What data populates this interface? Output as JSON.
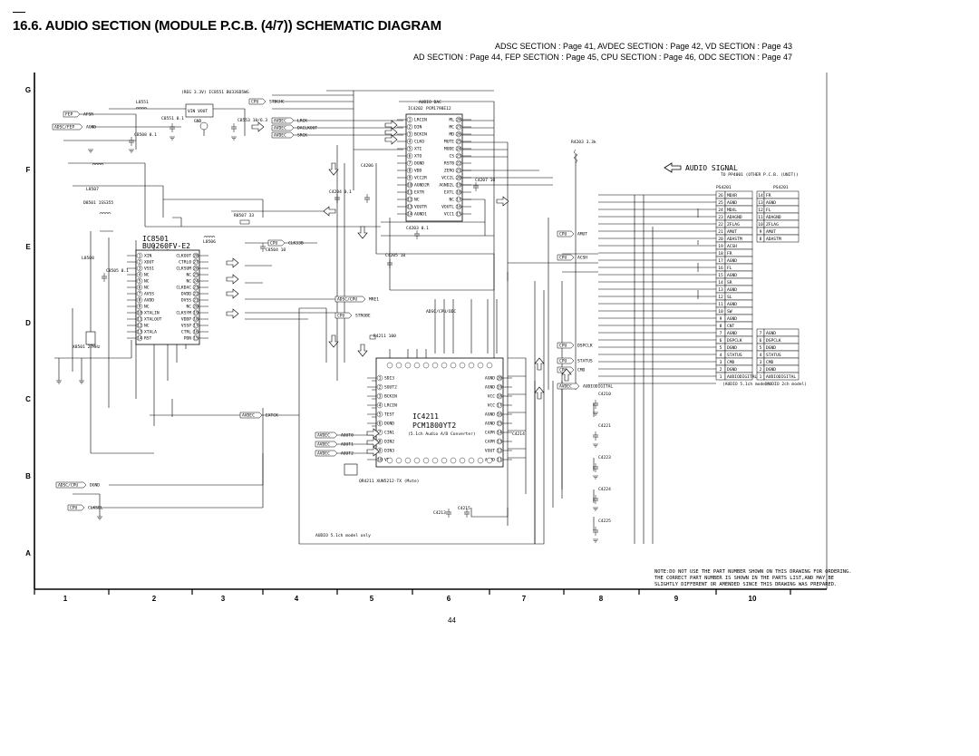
{
  "page": {
    "title": "16.6.  AUDIO SECTION (MODULE P.C.B. (4/7)) SCHEMATIC DIAGRAM",
    "xref_line1": "ADSC SECTION : Page 41, AVDEC SECTION : Page 42, VD SECTION : Page 43",
    "xref_line2": "AD SECTION : Page 44, FEP SECTION : Page 45, CPU SECTION : Page 46, ODC SECTION : Page 47",
    "page_number": "44"
  },
  "grid": {
    "rows": [
      "G",
      "F",
      "E",
      "D",
      "C",
      "B",
      "A"
    ],
    "columns": [
      "1",
      "2",
      "3",
      "4",
      "5",
      "6",
      "7",
      "8",
      "9",
      "10"
    ]
  },
  "legend": {
    "label": "AUDIO SIGNAL"
  },
  "ics": {
    "ic8501": {
      "name": "IC8501",
      "part": "BU0260FV-E2"
    },
    "ic4202": {
      "name": "AUDIO DAC",
      "ref": "IC4202",
      "part": "PCM1798E12"
    },
    "ic4211": {
      "name": "IC4211",
      "part": "PCM1800YT2",
      "desc": "(5.1ch Audio A/D Converter)"
    }
  },
  "ic8501_pins_left": [
    {
      "n": "1",
      "name": "XIN"
    },
    {
      "n": "2",
      "name": "XOUT"
    },
    {
      "n": "3",
      "name": "VSS1"
    },
    {
      "n": "4",
      "name": "NC"
    },
    {
      "n": "5",
      "name": "NC"
    },
    {
      "n": "6",
      "name": "NC"
    },
    {
      "n": "7",
      "name": "AVSS"
    },
    {
      "n": "8",
      "name": "AVDD"
    },
    {
      "n": "9",
      "name": "NC"
    },
    {
      "n": "10",
      "name": "XTALIN"
    },
    {
      "n": "11",
      "name": "XTALOUT"
    },
    {
      "n": "12",
      "name": "NC"
    },
    {
      "n": "13",
      "name": "XTALA"
    },
    {
      "n": "14",
      "name": "RST"
    }
  ],
  "ic8501_pins_right": [
    {
      "n": "28",
      "name": "CLKOUT"
    },
    {
      "n": "27",
      "name": "CTRL0"
    },
    {
      "n": "26",
      "name": "CLKSUM"
    },
    {
      "n": "25",
      "name": "NC"
    },
    {
      "n": "24",
      "name": "NC"
    },
    {
      "n": "23",
      "name": "CLKDAC"
    },
    {
      "n": "22",
      "name": "DVDD"
    },
    {
      "n": "21",
      "name": "DVSS"
    },
    {
      "n": "20",
      "name": "NC"
    },
    {
      "n": "19",
      "name": "CLKSYM"
    },
    {
      "n": "18",
      "name": "VDDP"
    },
    {
      "n": "17",
      "name": "VSSP"
    },
    {
      "n": "16",
      "name": "CTRL"
    },
    {
      "n": "15",
      "name": "PDN"
    }
  ],
  "ic4202_pins_left": [
    {
      "n": "1",
      "name": "LRCIN"
    },
    {
      "n": "2",
      "name": "DIN"
    },
    {
      "n": "3",
      "name": "BCKIN"
    },
    {
      "n": "4",
      "name": "CLKO"
    },
    {
      "n": "5",
      "name": "XTI"
    },
    {
      "n": "6",
      "name": "XTO"
    },
    {
      "n": "7",
      "name": "DGND"
    },
    {
      "n": "8",
      "name": "VDD"
    },
    {
      "n": "9",
      "name": "VCC2R"
    },
    {
      "n": "10",
      "name": "AGND2R"
    },
    {
      "n": "11",
      "name": "EXTR"
    },
    {
      "n": "12",
      "name": "NC"
    },
    {
      "n": "13",
      "name": "VOUTR"
    },
    {
      "n": "14",
      "name": "AGND1"
    }
  ],
  "ic4202_pins_right": [
    {
      "n": "28",
      "name": "ML"
    },
    {
      "n": "27",
      "name": "MC"
    },
    {
      "n": "26",
      "name": "MD"
    },
    {
      "n": "25",
      "name": "MUTE"
    },
    {
      "n": "24",
      "name": "MODE"
    },
    {
      "n": "23",
      "name": "CS"
    },
    {
      "n": "22",
      "name": "RSTB"
    },
    {
      "n": "21",
      "name": "ZERO"
    },
    {
      "n": "20",
      "name": "VCC2L"
    },
    {
      "n": "19",
      "name": "AGND2L"
    },
    {
      "n": "18",
      "name": "EXTL"
    },
    {
      "n": "17",
      "name": "NC"
    },
    {
      "n": "16",
      "name": "VOUTL"
    },
    {
      "n": "15",
      "name": "VCC1"
    }
  ],
  "ic4211_pins_left": [
    {
      "n": "1",
      "name": "SDI3"
    },
    {
      "n": "2",
      "name": "SOUT2"
    },
    {
      "n": "3",
      "name": "BCKIN"
    },
    {
      "n": "4",
      "name": "LRCIN"
    },
    {
      "n": "5",
      "name": "TEST"
    },
    {
      "n": "6",
      "name": "DGND"
    },
    {
      "n": "7",
      "name": "CIN1"
    },
    {
      "n": "8",
      "name": "DIN2"
    },
    {
      "n": "9",
      "name": "DIN3"
    },
    {
      "n": "10",
      "name": "VDD"
    }
  ],
  "ic4211_pins_right": [
    {
      "n": "20",
      "name": "AGND"
    },
    {
      "n": "19",
      "name": "AGND"
    },
    {
      "n": "18",
      "name": "VCC"
    },
    {
      "n": "17",
      "name": "VCC"
    },
    {
      "n": "16",
      "name": "AGND"
    },
    {
      "n": "15",
      "name": "AGND"
    },
    {
      "n": "14",
      "name": "CAPR"
    },
    {
      "n": "13",
      "name": "CAPR"
    },
    {
      "n": "12",
      "name": "VOUT"
    },
    {
      "n": "11",
      "name": "AGND"
    }
  ],
  "off_page_tags": [
    {
      "id": "fep-1",
      "label": "FEP",
      "signal": "AFSR"
    },
    {
      "id": "adsc-fep",
      "label": "ADSC/FEP",
      "signal": "AGND"
    },
    {
      "id": "cpu-1",
      "label": "CPU",
      "signal": "STBCHC"
    },
    {
      "id": "avdec-1",
      "label": "AVDEC",
      "signal": "LRCK"
    },
    {
      "id": "avdec-2",
      "label": "AVDEC",
      "signal": "DACLKOUT"
    },
    {
      "id": "avdec-3",
      "label": "AVDEC",
      "signal": "SRCK"
    },
    {
      "id": "cpu-2",
      "label": "CPU",
      "signal": "CLK33B"
    },
    {
      "id": "cpu-3",
      "label": "CPU",
      "signal": "AMUT"
    },
    {
      "id": "cpu-4",
      "label": "CPU",
      "signal": "ACSH"
    },
    {
      "id": "cpu-5",
      "label": "CPU",
      "signal": "DSPCLK"
    },
    {
      "id": "cpu-6",
      "label": "CPU",
      "signal": "STATUS"
    },
    {
      "id": "cpu-7",
      "label": "CPU",
      "signal": "CMD"
    },
    {
      "id": "avdec-4",
      "label": "AVDEC",
      "signal": "AUDIODIGITAL"
    },
    {
      "id": "adsc-cpu",
      "label": "ADSC/CPU",
      "signal": "MRE1"
    },
    {
      "id": "cpu-8",
      "label": "CPU",
      "signal": "STROBE"
    },
    {
      "id": "avdec-5",
      "label": "AVDEC",
      "signal": "AOUT0"
    },
    {
      "id": "avdec-6",
      "label": "AVDEC",
      "signal": "AOUT1"
    },
    {
      "id": "avdec-7",
      "label": "AVDEC",
      "signal": "AOUT2"
    },
    {
      "id": "adsc-cpu2",
      "label": "ADSC/CPU",
      "signal": "DGND"
    },
    {
      "id": "cpu-9",
      "label": "CPU",
      "signal": "CLKSEL"
    },
    {
      "id": "avdec-8",
      "label": "AVDEC",
      "signal": "EXTCK"
    }
  ],
  "connector": {
    "header_left": "TO PP4001 (OTHER P.C.B. (UNIT))",
    "ref_left": "PS4201",
    "ref_right": "PS4201",
    "pins": [
      {
        "n": "26",
        "left": "MDXR",
        "r": "14",
        "right": "FR"
      },
      {
        "n": "25",
        "left": "AGND",
        "r": "13",
        "right": "AGND"
      },
      {
        "n": "24",
        "left": "MDXL",
        "r": "12",
        "right": "FL"
      },
      {
        "n": "23",
        "left": "ADAGND",
        "r": "11",
        "right": "ADAGND"
      },
      {
        "n": "22",
        "left": "ZFLAG",
        "r": "10",
        "right": "ZFLAG"
      },
      {
        "n": "21",
        "left": "AMUT",
        "r": "9",
        "right": "AMUT"
      },
      {
        "n": "20",
        "left": "ADASTM",
        "r": "8",
        "right": "ADASTM"
      },
      {
        "n": "19",
        "left": "ACSH",
        "r": "",
        "right": ""
      },
      {
        "n": "18",
        "left": "FR",
        "r": "",
        "right": ""
      },
      {
        "n": "17",
        "left": "AGND",
        "r": "",
        "right": ""
      },
      {
        "n": "16",
        "left": "FL",
        "r": "",
        "right": ""
      },
      {
        "n": "15",
        "left": "AGND",
        "r": "",
        "right": ""
      },
      {
        "n": "14",
        "left": "SR",
        "r": "",
        "right": ""
      },
      {
        "n": "13",
        "left": "AGND",
        "r": "",
        "right": ""
      },
      {
        "n": "12",
        "left": "SL",
        "r": "",
        "right": ""
      },
      {
        "n": "11",
        "left": "AGND",
        "r": "",
        "right": ""
      },
      {
        "n": "10",
        "left": "SW",
        "r": "",
        "right": ""
      },
      {
        "n": "9",
        "left": "AGND",
        "r": "",
        "right": ""
      },
      {
        "n": "8",
        "left": "CNT",
        "r": "",
        "right": ""
      },
      {
        "n": "7",
        "left": "AGND",
        "r": "7",
        "right": "AGND"
      },
      {
        "n": "6",
        "left": "DSPCLK",
        "r": "6",
        "right": "DSPCLK"
      },
      {
        "n": "5",
        "left": "DGND",
        "r": "5",
        "right": "DGND"
      },
      {
        "n": "4",
        "left": "STATUS",
        "r": "4",
        "right": "STATUS"
      },
      {
        "n": "3",
        "left": "CMD",
        "r": "3",
        "right": "CMD"
      },
      {
        "n": "2",
        "left": "DGND",
        "r": "2",
        "right": "DGND"
      },
      {
        "n": "1",
        "left": "AUDIODIGITAL",
        "r": "1",
        "right": "AUDIODIGITAL"
      }
    ],
    "footer_left": "(AUDIO 5.1ch model)",
    "footer_right": "(AUDIO 2ch model)"
  },
  "parts": [
    {
      "id": "l8551",
      "t": "L8551"
    },
    {
      "id": "regulator",
      "t": "(REG 3.3V) IC8551 BU33SD5WG"
    },
    {
      "id": "vin-vout",
      "t": "VIN VOUT"
    },
    {
      "id": "gnd",
      "t": "GND"
    },
    {
      "id": "c8551",
      "t": "C8551 0.1"
    },
    {
      "id": "c8553",
      "t": "C8553 10/6.3"
    },
    {
      "id": "c8508",
      "t": "C8508 0.1"
    },
    {
      "id": "x8501",
      "t": "X8501 27MHz"
    },
    {
      "id": "d8501",
      "t": "D8501 1SS355"
    },
    {
      "id": "c8505",
      "t": "C8505 0.1"
    },
    {
      "id": "r8507",
      "t": "R8507 33"
    },
    {
      "id": "c8504",
      "t": "C8504 10"
    },
    {
      "id": "l8507",
      "t": "L8507"
    },
    {
      "id": "l8508",
      "t": "L8508"
    },
    {
      "id": "l8506",
      "t": "L8506"
    },
    {
      "id": "c4204",
      "t": "C4204 0.1"
    },
    {
      "id": "c4206",
      "t": "C4206"
    },
    {
      "id": "c4207",
      "t": "C4207 10"
    },
    {
      "id": "c4203",
      "t": "C4203 0.1"
    },
    {
      "id": "c4205",
      "t": "C4205 10"
    },
    {
      "id": "r4203",
      "t": "R4203 3.3k"
    },
    {
      "id": "r4211",
      "t": "R4211 100"
    },
    {
      "id": "c4210",
      "t": "C4210"
    },
    {
      "id": "c4221",
      "t": "C4221"
    },
    {
      "id": "c4223",
      "t": "C4223"
    },
    {
      "id": "c4224",
      "t": "C4224"
    },
    {
      "id": "c4225",
      "t": "C4225"
    },
    {
      "id": "c4213",
      "t": "C4213"
    },
    {
      "id": "c4215",
      "t": "C4215"
    },
    {
      "id": "c4214",
      "t": "C4214"
    },
    {
      "id": "qr4211",
      "t": "QR4211 XUN5212-TX (Mute)"
    },
    {
      "id": "audio51",
      "t": "AUDIO 5.1ch model only"
    },
    {
      "id": "adgnd",
      "t": "ADSC/CPU/ODC"
    }
  ],
  "note": {
    "line1": "NOTE:DO NOT USE THE PART NUMBER SHOWN ON THIS DRAWING FOR ORDERING.",
    "line2": "THE CORRECT PART NUMBER IS SHOWN IN THE PARTS LIST,AND MAY BE",
    "line3": "SLIGHTLY DIFFERENT OR AMENDED SINCE THIS DRAWING WAS PREPARED."
  },
  "colors": {
    "ink": "#000000",
    "paper": "#ffffff",
    "grid_line": "#000000"
  }
}
